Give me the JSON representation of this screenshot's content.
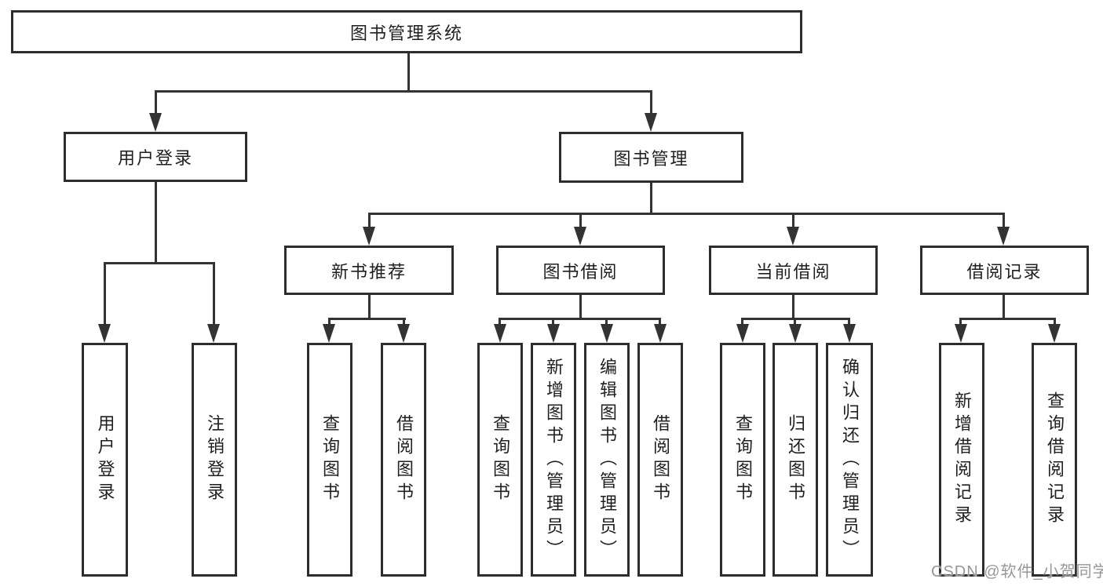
{
  "diagram": {
    "title": "图书管理系统",
    "type": "hierarchy-tree",
    "tree": {
      "label": "图书管理系统",
      "children": [
        {
          "label": "用户登录",
          "children": [
            {
              "label": "用户登录"
            },
            {
              "label": "注销登录"
            }
          ]
        },
        {
          "label": "图书管理",
          "children": [
            {
              "label": "新书推荐",
              "children": [
                {
                  "label": "查询图书"
                },
                {
                  "label": "借阅图书"
                }
              ]
            },
            {
              "label": "图书借阅",
              "children": [
                {
                  "label": "查询图书"
                },
                {
                  "label": "新增图书（管理员）"
                },
                {
                  "label": "编辑图书（管理员）"
                },
                {
                  "label": "借阅图书"
                }
              ]
            },
            {
              "label": "当前借阅",
              "children": [
                {
                  "label": "查询图书"
                },
                {
                  "label": "归还图书"
                },
                {
                  "label": "确认归还（管理员）"
                }
              ]
            },
            {
              "label": "借阅记录",
              "children": [
                {
                  "label": "新增借阅记录"
                },
                {
                  "label": "查询借阅记录"
                }
              ]
            }
          ]
        }
      ]
    },
    "watermark": "CSDN @软件_小贺同学",
    "colors": {
      "line": "#333333",
      "box_border": "#2d2d2d",
      "box_fill": "#ffffff",
      "text": "#1f1f1f",
      "watermark": "#979797"
    }
  }
}
